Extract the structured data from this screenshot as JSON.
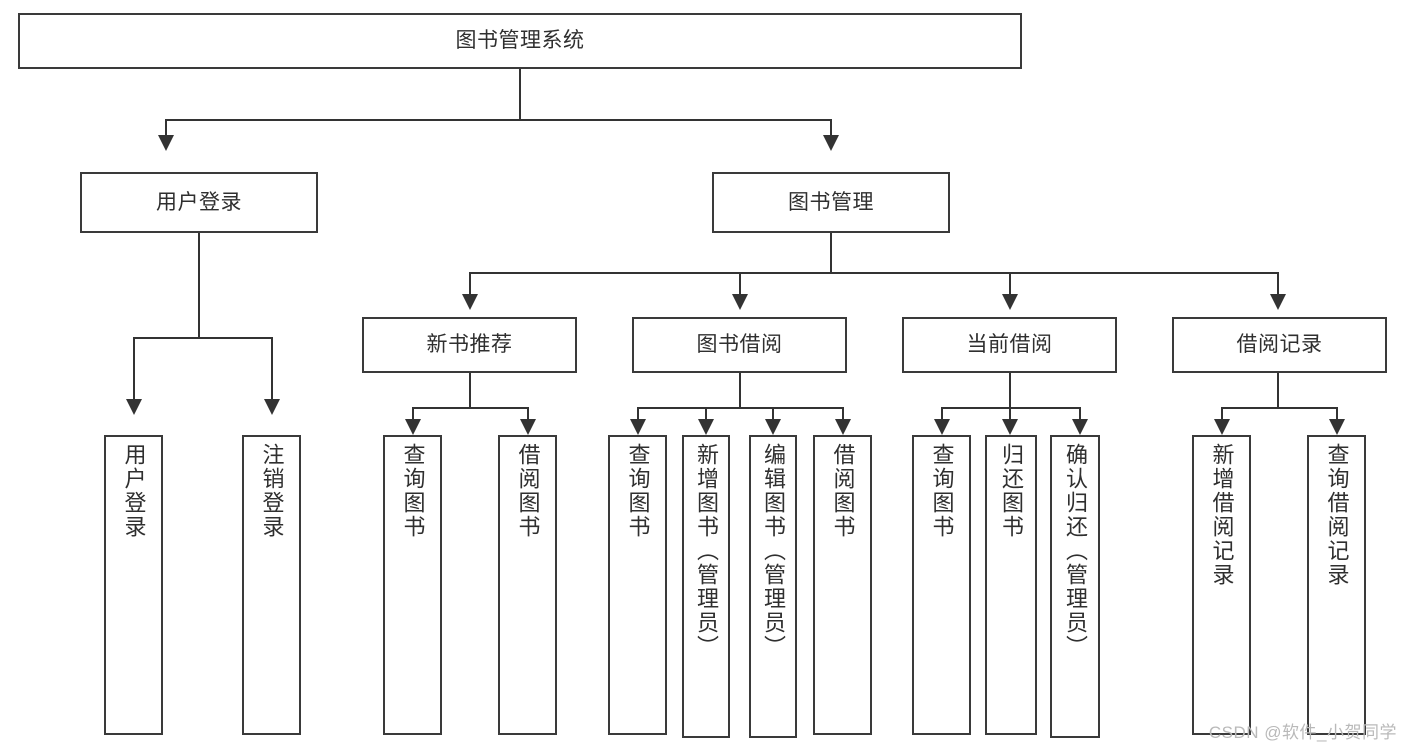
{
  "diagram": {
    "title": "图书管理系统",
    "watermark": "CSDN @软件_小贺同学",
    "accent_border": "#3a3a3a",
    "line_color": "#333333",
    "text_color": "#2f2f2f",
    "background": "#ffffff"
  },
  "nodes": {
    "root": {
      "label": "图书管理系统"
    },
    "level1": [
      {
        "label": "用户登录"
      },
      {
        "label": "图书管理"
      }
    ],
    "level2": [
      {
        "label": "新书推荐"
      },
      {
        "label": "图书借阅"
      },
      {
        "label": "当前借阅"
      },
      {
        "label": "借阅记录"
      }
    ],
    "leaves": {
      "user_login": [
        {
          "label": "用户登录"
        },
        {
          "label": "注销登录"
        }
      ],
      "new_book": [
        {
          "label": "查询图书"
        },
        {
          "label": "借阅图书"
        }
      ],
      "borrow_book": [
        {
          "label": "查询图书"
        },
        {
          "label": "新增图书（管理员）"
        },
        {
          "label": "编辑图书（管理员）"
        },
        {
          "label": "借阅图书"
        }
      ],
      "current_borrow": [
        {
          "label": "查询图书"
        },
        {
          "label": "归还图书"
        },
        {
          "label": "确认归还（管理员）"
        }
      ],
      "borrow_record": [
        {
          "label": "新增借阅记录"
        },
        {
          "label": "查询借阅记录"
        }
      ]
    }
  },
  "chart_data": {
    "type": "table",
    "title": "图书管理系统功能结构图",
    "hierarchy": [
      {
        "label": "图书管理系统",
        "children": [
          {
            "label": "用户登录",
            "children": [
              {
                "label": "用户登录"
              },
              {
                "label": "注销登录"
              }
            ]
          },
          {
            "label": "图书管理",
            "children": [
              {
                "label": "新书推荐",
                "children": [
                  {
                    "label": "查询图书"
                  },
                  {
                    "label": "借阅图书"
                  }
                ]
              },
              {
                "label": "图书借阅",
                "children": [
                  {
                    "label": "查询图书"
                  },
                  {
                    "label": "新增图书（管理员）"
                  },
                  {
                    "label": "编辑图书（管理员）"
                  },
                  {
                    "label": "借阅图书"
                  }
                ]
              },
              {
                "label": "当前借阅",
                "children": [
                  {
                    "label": "查询图书"
                  },
                  {
                    "label": "归还图书"
                  },
                  {
                    "label": "确认归还（管理员）"
                  }
                ]
              },
              {
                "label": "借阅记录",
                "children": [
                  {
                    "label": "新增借阅记录"
                  },
                  {
                    "label": "查询借阅记录"
                  }
                ]
              }
            ]
          }
        ]
      }
    ]
  }
}
